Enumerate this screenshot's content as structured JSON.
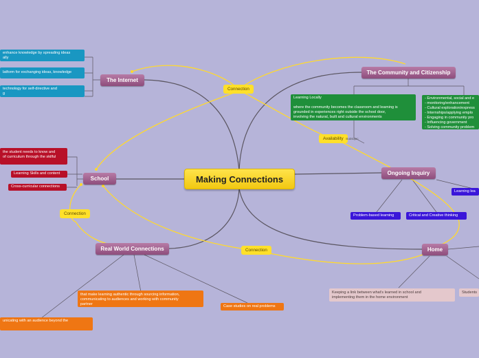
{
  "central": "Making Connections",
  "main_topics": {
    "internet": "The Internet",
    "community": "The Community and Citizenship",
    "school": "School",
    "inquiry": "Ongoing Inquiry",
    "realworld": "Real World Connections",
    "home": "Home"
  },
  "connections": {
    "top": "Connection",
    "left": "Connection",
    "bottom": "Connection",
    "availability": "Availability",
    "subtopic": "Subtopic"
  },
  "internet_items": [
    "enhance knowledge by spreading ideas\nally",
    "latform for exchanging ideas, knowledge",
    "technology for self-directive and\ng"
  ],
  "school_items": [
    "the student needs to know and\n of curriculum through the skilful",
    "Learning Skills and content",
    "Cross-curricular connections"
  ],
  "community_items": {
    "learning_locally": "Learning Locally\n\nwhere the community becomes the classroom and learning is\ngrounded in experiences right outside the school door,\ninvolving the natural, built and cultural environments",
    "list": "- Environmental, social and e\n- monitoring/enhancement\n- Cultural exploration/express\n- Internships/applying emplo\n- Engaging in community pro\n- Influencing government\n- Solving community problem"
  },
  "inquiry_items": [
    "Problem-based learning",
    "Critical and Creative thinking",
    "Learning lea"
  ],
  "realworld_items": [
    "that make learning authentic through sourcing information,\ncommunicating to audiences and working with community\npartner",
    "Case studies on real problems",
    "unicating with an audience beyond the"
  ],
  "home_items": [
    "Keeping a link between what's learned in school and\nimplementing them in the home environment",
    "Students"
  ]
}
